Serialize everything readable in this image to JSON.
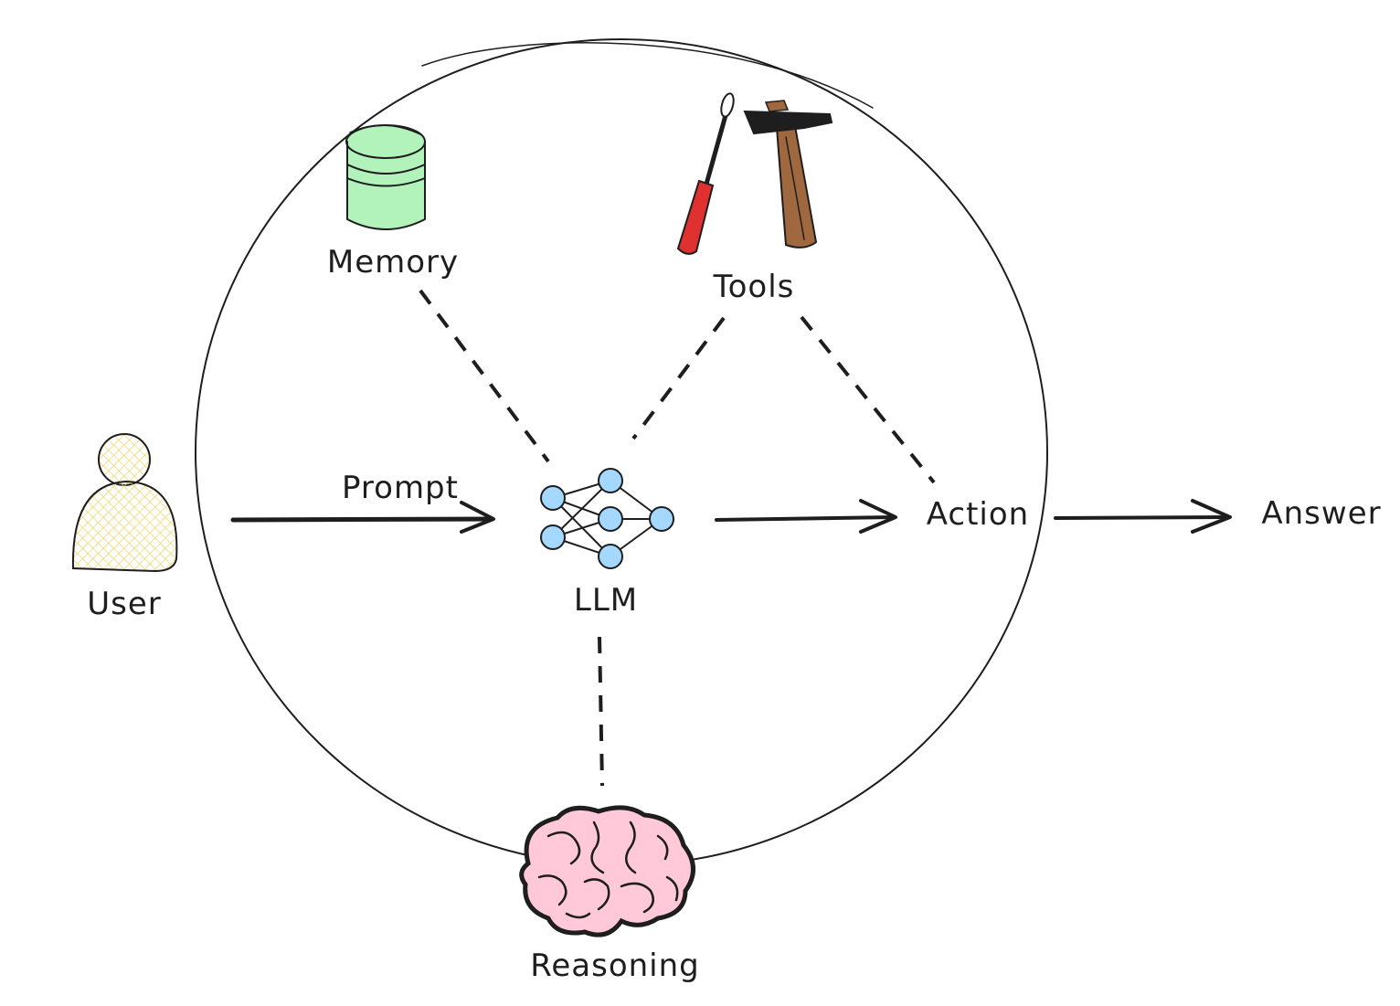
{
  "labels": {
    "memory": "Memory",
    "tools": "Tools",
    "user": "User",
    "prompt": "Prompt",
    "llm": "LLM",
    "action": "Action",
    "answer": "Answer",
    "reasoning": "Reasoning"
  },
  "icons": {
    "memory": "database-icon",
    "tools": "screwdriver-hammer-icon",
    "user": "person-icon",
    "llm": "neural-network-icon",
    "reasoning": "brain-icon"
  },
  "colors": {
    "ink": "#1e1e1e",
    "memory_fill": "#b2f2bb",
    "user_fill": "#fff3bf",
    "llm_nodes": "#a5d8ff",
    "brain_fill": "#ffc9d9",
    "screwdriver_handle": "#e03131",
    "hammer_handle": "#a0683f",
    "hammer_head": "#1e1e1e"
  }
}
